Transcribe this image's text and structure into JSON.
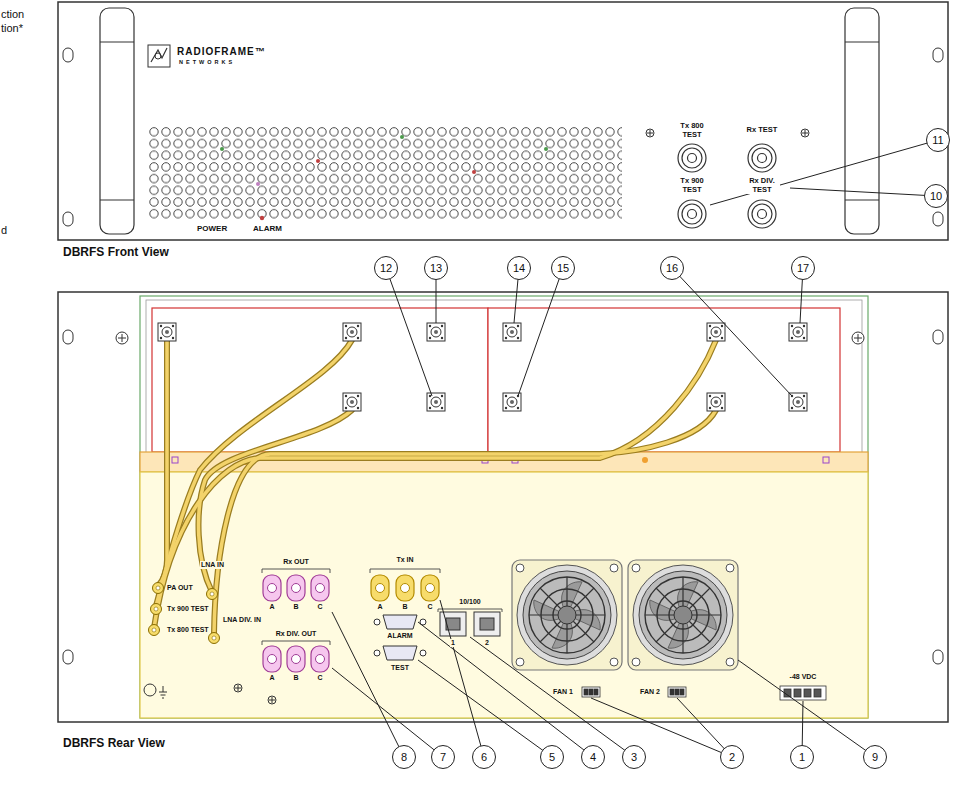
{
  "diagram": {
    "nodes": [
      {
        "text": [
          "11"
        ]
      },
      {
        "text": [
          "10"
        ]
      },
      {
        "text": [
          "12"
        ]
      },
      {
        "text": [
          "13"
        ]
      },
      {
        "text": [
          "14"
        ]
      },
      {
        "text": [
          "15"
        ]
      },
      {
        "text": [
          "16"
        ]
      },
      {
        "text": [
          "17"
        ]
      },
      {
        "text": [
          "8"
        ]
      },
      {
        "text": [
          "7"
        ]
      },
      {
        "text": [
          "6"
        ]
      },
      {
        "text": [
          "5"
        ]
      },
      {
        "text": [
          "4"
        ]
      },
      {
        "text": [
          "3"
        ]
      },
      {
        "text": [
          "2"
        ]
      },
      {
        "text": [
          "1"
        ]
      },
      {
        "text": [
          "9"
        ]
      }
    ],
    "labels": [
      "ction",
      "tion*",
      "d",
      "RADIOFRAME™",
      "NETWORKS",
      "Tx 800 TEST",
      "Rx TEST",
      "Tx 900 TEST",
      "Rx DIV. TEST",
      "POWER",
      "ALARM",
      "DBRFS Front View",
      "PA OUT",
      "LNA IN",
      "Tx 900 TEST",
      "Tx 800 TEST",
      "LNA DIV. IN",
      "Rx OUT",
      "A",
      "B",
      "C",
      "Rx DIV. OUT",
      "A",
      "B",
      "C",
      "Tx IN",
      "A",
      "B",
      "C",
      "ALARM",
      "TEST",
      "10/100",
      "1",
      "2",
      "FAN 1",
      "FAN 2",
      "-48 VDC",
      "DBRFS Rear View"
    ]
  }
}
